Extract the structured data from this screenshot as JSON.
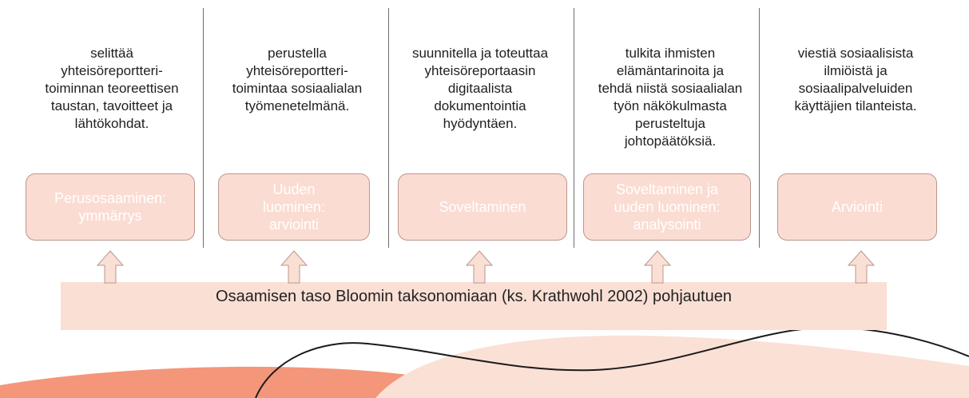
{
  "columns": [
    {
      "description": "selittää\nyhteisöreportteri-\ntoiminnan teoreettisen\ntaustan, tavoitteet ja\nlähtökohdat.",
      "level": "Perusosaaminen:\nymmärrys"
    },
    {
      "description": "perustella\nyhteisöreportteri-\ntoimintaa sosiaalialan\ntyömenetelmänä.",
      "level": "Uuden\nluominen:\narviointi"
    },
    {
      "description": "suunnitella ja toteuttaa\nyhteisöreportaasin\ndigitaalista\ndokumentointia\nhyödyntäen.",
      "level": "Soveltaminen"
    },
    {
      "description": "tulkita ihmisten\nelämäntarinoita ja\ntehdä niistä sosiaalialan\ntyön näkökulmasta\nperusteltuja\njohtopäätöksiä.",
      "level": "Soveltaminen ja\nuuden luominen:\nanalysointi"
    },
    {
      "description": "viestiä sosiaalisista\nilmiöistä ja\nsosiaalipalveluiden\nkäyttäjien tilanteista.",
      "level": "Arviointi"
    }
  ],
  "base_label": "Osaamisen taso Bloomin taksonomiaan (ks. Krathwohl 2002) pohjautuen",
  "colors": {
    "box_fill": "#fbdcd2",
    "box_border": "#b9978c",
    "bar_fill": "#fadfd4",
    "divider": "#6f6f6f",
    "decor_coral": "#f4967a",
    "decor_peach": "#fbe0d6"
  }
}
